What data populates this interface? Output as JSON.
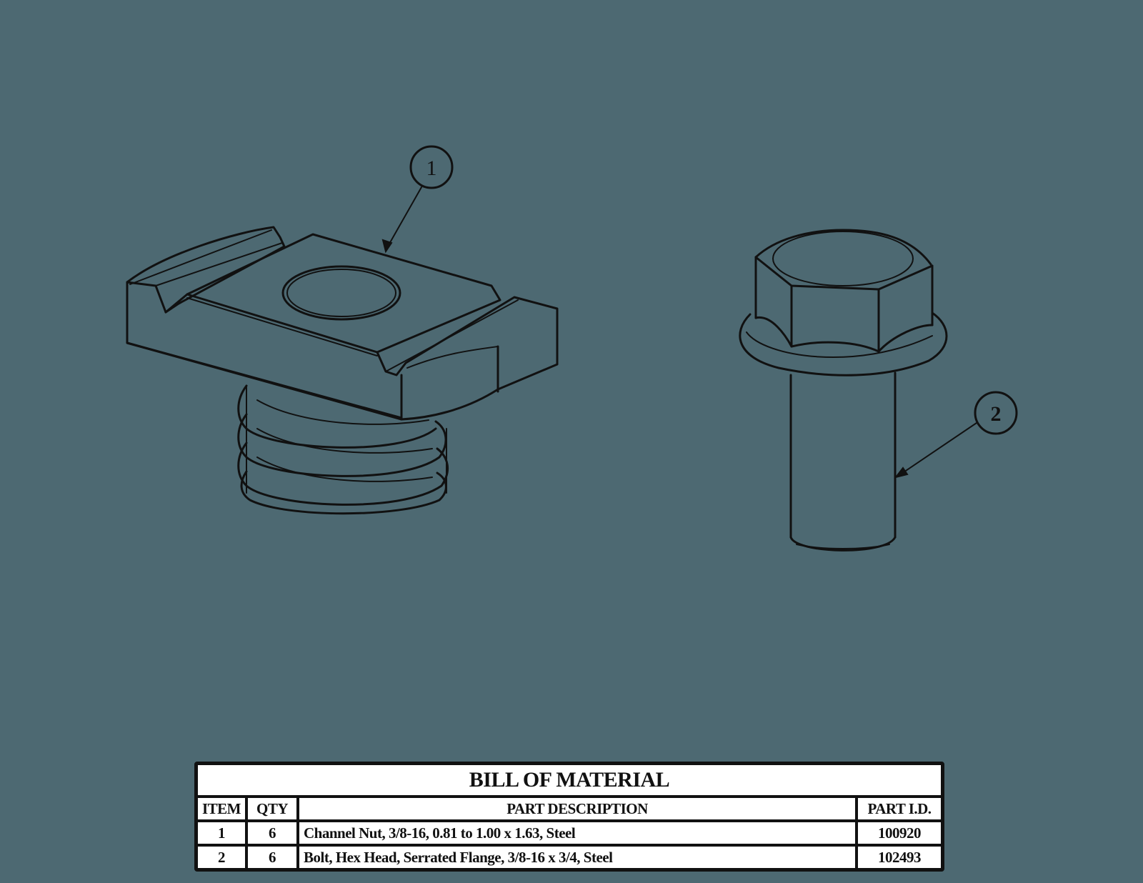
{
  "drawing": {
    "background_color": "#4d6972",
    "line_color": "#111111",
    "parts": [
      {
        "balloon": "1",
        "name": "channel-nut"
      },
      {
        "balloon": "2",
        "name": "hex-flange-bolt"
      }
    ]
  },
  "bom": {
    "title": "BILL OF MATERIAL",
    "headers": {
      "item": "ITEM",
      "qty": "QTY",
      "description": "PART DESCRIPTION",
      "part_id": "PART I.D."
    },
    "rows": [
      {
        "item": "1",
        "qty": "6",
        "description": "Channel Nut, 3/8-16, 0.81 to 1.00 x 1.63, Steel",
        "part_id": "100920"
      },
      {
        "item": "2",
        "qty": "6",
        "description": "Bolt, Hex Head, Serrated Flange, 3/8-16 x 3/4, Steel",
        "part_id": "102493"
      }
    ]
  }
}
